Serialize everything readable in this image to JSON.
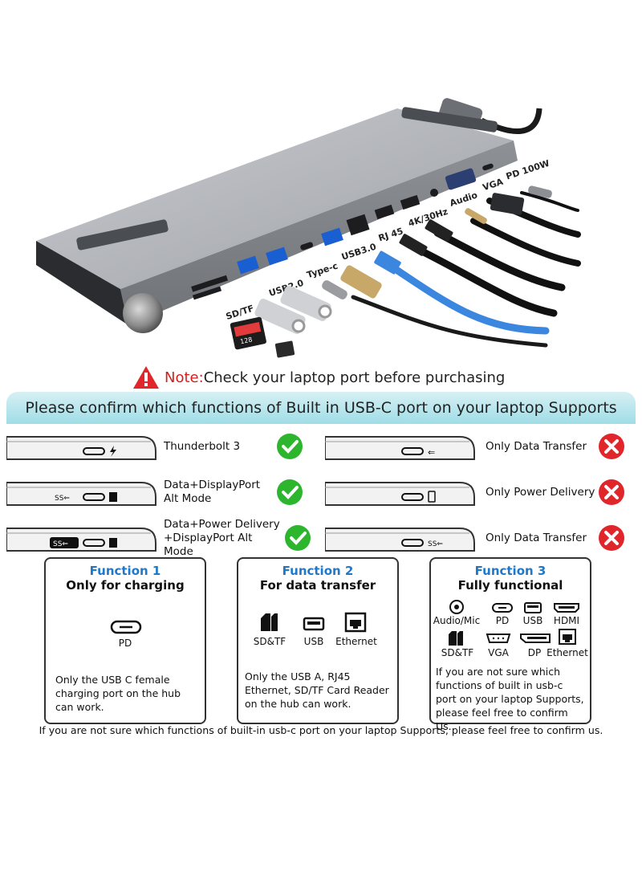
{
  "hub_labels": {
    "sd_tf": "SD/TF",
    "usb20": "USB2.0",
    "type_c": "Type-c",
    "usb30": "USB3.0",
    "rj45": "RJ 45",
    "hdmi": "4K/30Hz",
    "audio": "Audio",
    "vga": "VGA",
    "pd": "PD 100W"
  },
  "sd_card_text": "128",
  "note": {
    "key": "Note:",
    "text": "Check your laptop port before purchasing"
  },
  "banner": "Please confirm which functions of Built in USB-C port on your laptop Supports",
  "supported": [
    {
      "label": "Thunderbolt 3",
      "status": "check"
    },
    {
      "label": "Data+DisplayPort Alt Mode",
      "status": "check"
    },
    {
      "label": "Data+Power Delivery +DisplayPort Alt Mode",
      "status": "check"
    }
  ],
  "unsupported": [
    {
      "label": "Only Data Transfer",
      "status": "cross"
    },
    {
      "label": "Only Power Delivery",
      "status": "cross"
    },
    {
      "label": "Only Data Transfer",
      "status": "cross"
    }
  ],
  "functions": [
    {
      "title": "Function 1",
      "subtitle": "Only for charging",
      "icons": [
        "PD"
      ],
      "description": "Only the USB C female charging port on the hub can work."
    },
    {
      "title": "Function 2",
      "subtitle": "For data transfer",
      "icons": [
        "SD&TF",
        "USB",
        "Ethernet"
      ],
      "description": "Only the USB A, RJ45 Ethernet, SD/TF Card Reader on the hub can work."
    },
    {
      "title": "Function 3",
      "subtitle": "Fully functional",
      "icons_row1": [
        "Audio/Mic",
        "PD",
        "USB",
        "HDMI"
      ],
      "icons_row2": [
        "SD&TF",
        "VGA",
        "DP",
        "Ethernet"
      ],
      "description": "If you are not sure which functions of built in usb-c port on your laptop Supports, please feel free to confirm Us."
    }
  ],
  "footer": "If you are not sure which functions of built-in usb-c port on your laptop Supports, please feel free to confirm us.",
  "colors": {
    "check": "#2db52d",
    "cross": "#e0262b",
    "function_title": "#1f78c8",
    "note_red": "#d61e1e",
    "banner": "#a9e1e8"
  }
}
